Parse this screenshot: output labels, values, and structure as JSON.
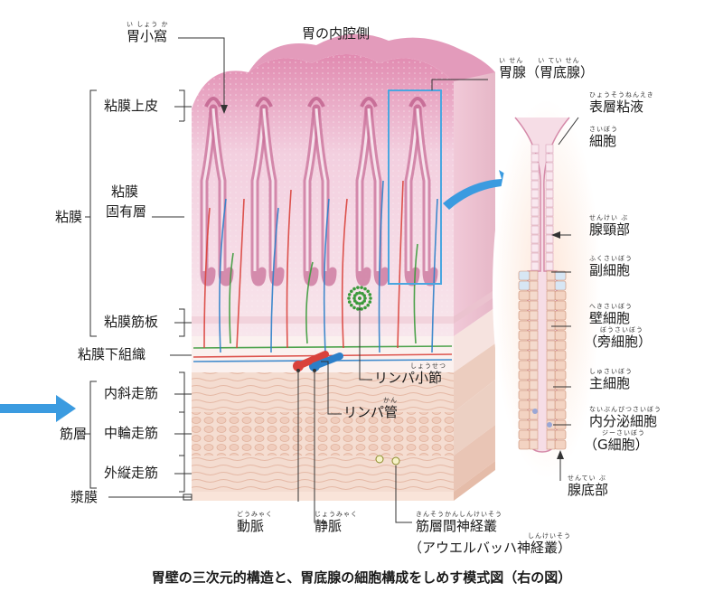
{
  "top_label": "胃の内腔側",
  "caption": "胃壁の三次元的構造と、胃底腺の細胞構成をしめす模式図（右の図）",
  "left_labels": {
    "mucosa": "粘膜",
    "epithelium": "粘膜上皮",
    "lamina_propria_1": "粘膜",
    "lamina_propria_2": "固有層",
    "muscularis_mucosae": "粘膜筋板",
    "submucosa": "粘膜下組織",
    "muscle_layer": "筋層",
    "inner_oblique": "内斜走筋",
    "middle_circular": "中輪走筋",
    "outer_longitudinal": "外縦走筋",
    "serosa": "漿膜"
  },
  "callouts": {
    "gastric_pit": {
      "text": "胃小窩",
      "ruby": "い しょう か"
    },
    "gastric_gland": {
      "text": "胃腺（胃底腺）",
      "ruby": "い せん　　い てい せん"
    },
    "lymph_nodule": {
      "text": "リンパ小節",
      "ruby": "しょうせつ"
    },
    "lymph_vessel": {
      "text": "リンパ管",
      "ruby": "かん"
    },
    "artery": {
      "text": "動脈",
      "ruby": "どうみゃく"
    },
    "vein": {
      "text": "静脈",
      "ruby": "じょうみゃく"
    },
    "myenteric_plexus_1": {
      "text": "筋層間神経叢",
      "ruby": "きんそうかんしんけいそう"
    },
    "myenteric_plexus_2": {
      "text": "（アウエルバッハ神経叢）",
      "ruby": "しんけいそう"
    }
  },
  "right_labels": {
    "surface_mucous_1": {
      "text": "表層粘液",
      "ruby": "ひょうそうねんえき"
    },
    "surface_mucous_2": {
      "text": "細胞",
      "ruby": "さいぼう"
    },
    "neck": {
      "text": "腺頸部",
      "ruby": "せんけい ぶ"
    },
    "mucous_neck_cell": {
      "text": "副細胞",
      "ruby": "ふくさいぼう"
    },
    "parietal_cell": {
      "text": "壁細胞",
      "ruby": "へきさいぼう"
    },
    "parietal_alt": {
      "text": "（旁細胞）",
      "ruby": "ぼうさいぼう"
    },
    "chief_cell": {
      "text": "主細胞",
      "ruby": "しゅさいぼう"
    },
    "endocrine_cell": {
      "text": "内分泌細胞",
      "ruby": "ないぶんぴつさいぼう"
    },
    "g_cell": {
      "text": "（G細胞）",
      "ruby": "ジーさいぼう"
    },
    "fundus": {
      "text": "腺底部",
      "ruby": "せんてい ぶ"
    }
  },
  "colors": {
    "mucosa_pink": "#e9a6c0",
    "mucosa_light": "#f6dce6",
    "muscle": "#f3d9cc",
    "artery": "#d9423c",
    "vein": "#2c7fc9",
    "lymph": "#3a9a3a",
    "highlight": "#4aa6e0",
    "arrow": "#3b9be0"
  }
}
